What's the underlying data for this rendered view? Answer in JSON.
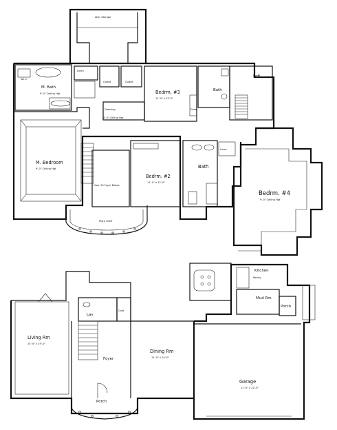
{
  "upper_floor": {
    "master_bath": "M. Bath",
    "master_bedroom": "M. Bedroom",
    "bedroom_3": "Bedrm. #3",
    "bedroom_2": "Bedrm. #2",
    "bedroom_4": "Bedrm. #4",
    "bath": "Bath",
    "loft": "Loft",
    "loft_bath": "Bath",
    "plant_shelf": "Plant Shelf",
    "open_to_below": "Open To Foyer Below",
    "linen": "Linen",
    "dressing": "Dressing",
    "closet": "Closet",
    "attic_storage": "Attic Storage",
    "walk_in": "W.I.C.",
    "ceiling_note": "9'-0\" Ceiling Hgt",
    "bedroom_dims": "11'-0\" x 12'-0\""
  },
  "main_floor": {
    "living_rm": "Living Rm",
    "dining_rm": "Dining Rm",
    "foyer": "Foyer",
    "lav": "Lav",
    "porch_front": "Porch",
    "porch_side": "Porch",
    "kitchen": "Kitchen",
    "mud_rm": "Mud Rm",
    "garage": "Garage",
    "pantry": "Pantry",
    "coat": "Coat",
    "living_dims": "15'-0\" x 19'-0\"",
    "dining_dims": "11'-0\" x 14'-0\"",
    "garage_dims": "21'-0\" x 22'-0\""
  }
}
